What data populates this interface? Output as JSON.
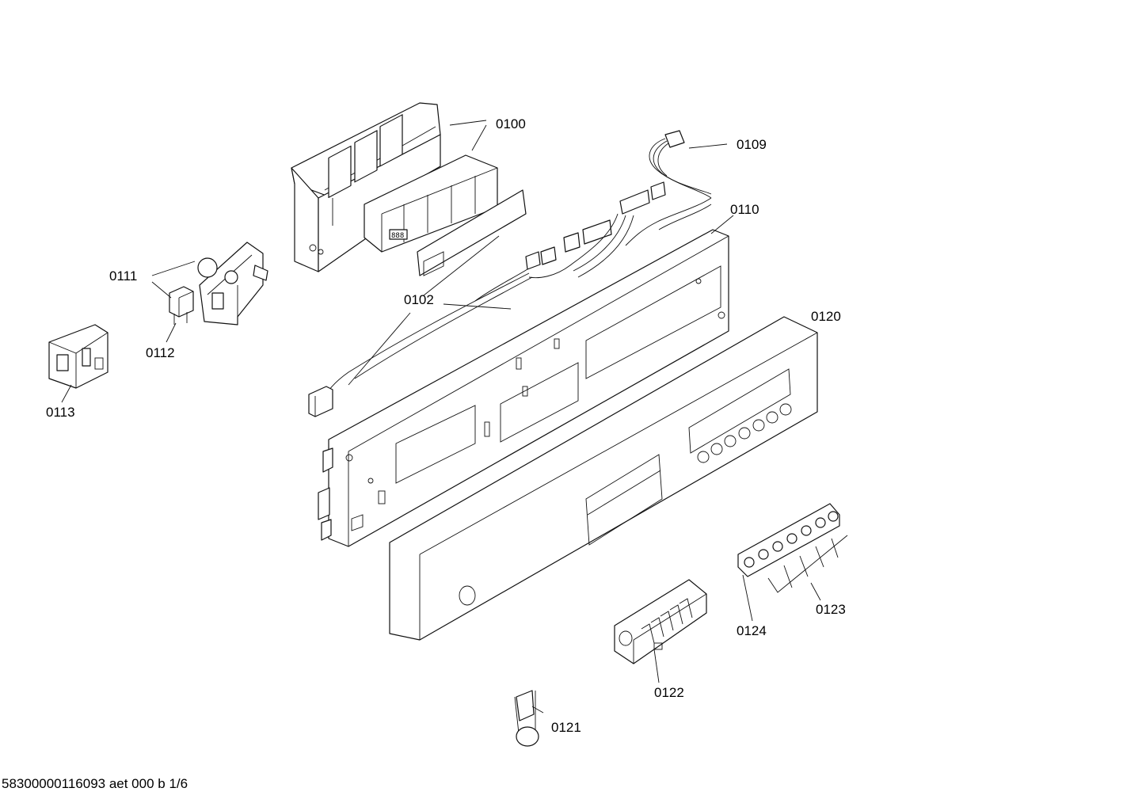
{
  "callouts": {
    "c0100": "0100",
    "c0109": "0109",
    "c0110": "0110",
    "c0111": "0111",
    "c0102": "0102",
    "c0112": "0112",
    "c0113": "0113",
    "c0120": "0120",
    "c0124": "0124",
    "c0123": "0123",
    "c0122": "0122",
    "c0121": "0121"
  },
  "display_text": "888",
  "footer": "58300000116093 aet 000 b 1/6"
}
